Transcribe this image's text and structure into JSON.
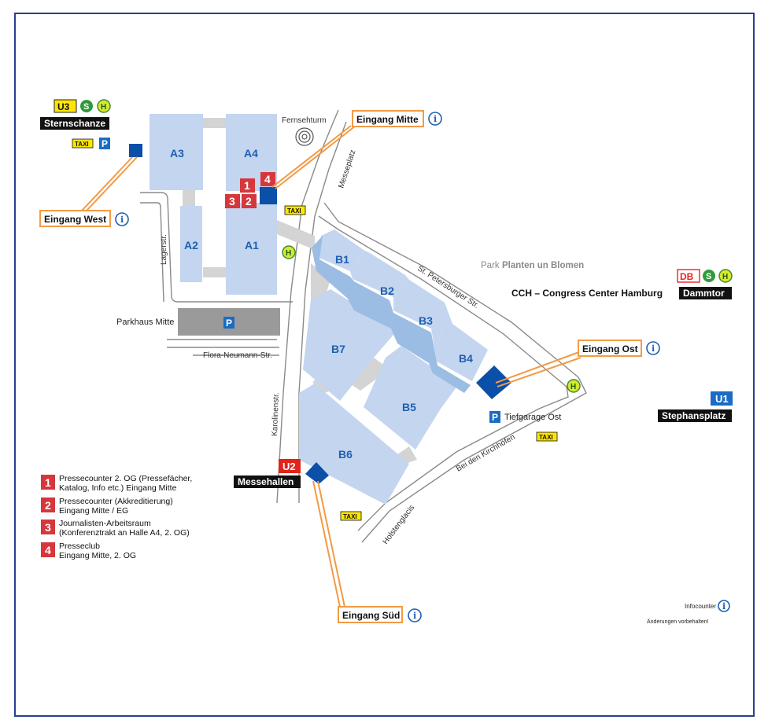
{
  "halls": {
    "A1": "A1",
    "A2": "A2",
    "A3": "A3",
    "A4": "A4",
    "B1": "B1",
    "B2": "B2",
    "B3": "B3",
    "B4": "B4",
    "B5": "B5",
    "B6": "B6",
    "B7": "B7"
  },
  "landmarks": {
    "fernsehturm": "Fernsehturm",
    "parkhaus": "Parkhaus Mitte",
    "tiefgarage": "Tiefgarage Ost",
    "park_prefix": "Park",
    "park_name": "Planten un Blomen",
    "cch": "CCH – Congress Center Hamburg"
  },
  "streets": {
    "messeplatz": "Messeplatz",
    "lagerstr": "Lagerstr.",
    "st_petersburger": "St. Petersburger Str.",
    "flora_neumann": "Flora-Neumann-Str.",
    "karolinenstr": "Karolinenstr.",
    "bei_den_kirchhoefen": "Bei den Kirchhöfen",
    "holstenglacis": "Holstenglacis"
  },
  "entrances": {
    "mitte": "Eingang Mitte",
    "west": "Eingang West",
    "ost": "Eingang Ost",
    "sued": "Eingang Süd"
  },
  "stations": {
    "sternschanze": {
      "name": "Sternschanze",
      "u": "U3",
      "s": "S",
      "h": "H"
    },
    "dammtor": {
      "name": "Dammtor",
      "db": "DB",
      "s": "S",
      "h": "H"
    },
    "stephansplatz": {
      "name": "Stephansplatz",
      "u": "U1"
    },
    "messehallen": {
      "name": "Messehallen",
      "u": "U2"
    }
  },
  "symbols": {
    "taxi": "TAXI",
    "parking": "P",
    "info": "i",
    "bus": "H"
  },
  "press_points": [
    {
      "num": "1",
      "text_1": "Pressecounter 2. OG (Pressefächer,",
      "text_2": "Katalog, Info etc.) Eingang Mitte"
    },
    {
      "num": "2",
      "text_1": "Pressecounter (Akkreditierung)",
      "text_2": "Eingang Mitte / EG"
    },
    {
      "num": "3",
      "text_1": "Journalisten-Arbeitsraum",
      "text_2": "(Konferenztrakt an Halle A4, 2. OG)"
    },
    {
      "num": "4",
      "text_1": "Presseclub",
      "text_2": "Eingang Mitte, 2. OG"
    }
  ],
  "footer": {
    "infocounter": "Infocounter",
    "disclaimer": "Änderungen vorbehalten!"
  },
  "colors": {
    "hall": "#c3d5ef",
    "entrance": "#0a4fa8",
    "press_number": "#d6373c",
    "route": "#f39a44",
    "frame": "#2a3f8f"
  }
}
